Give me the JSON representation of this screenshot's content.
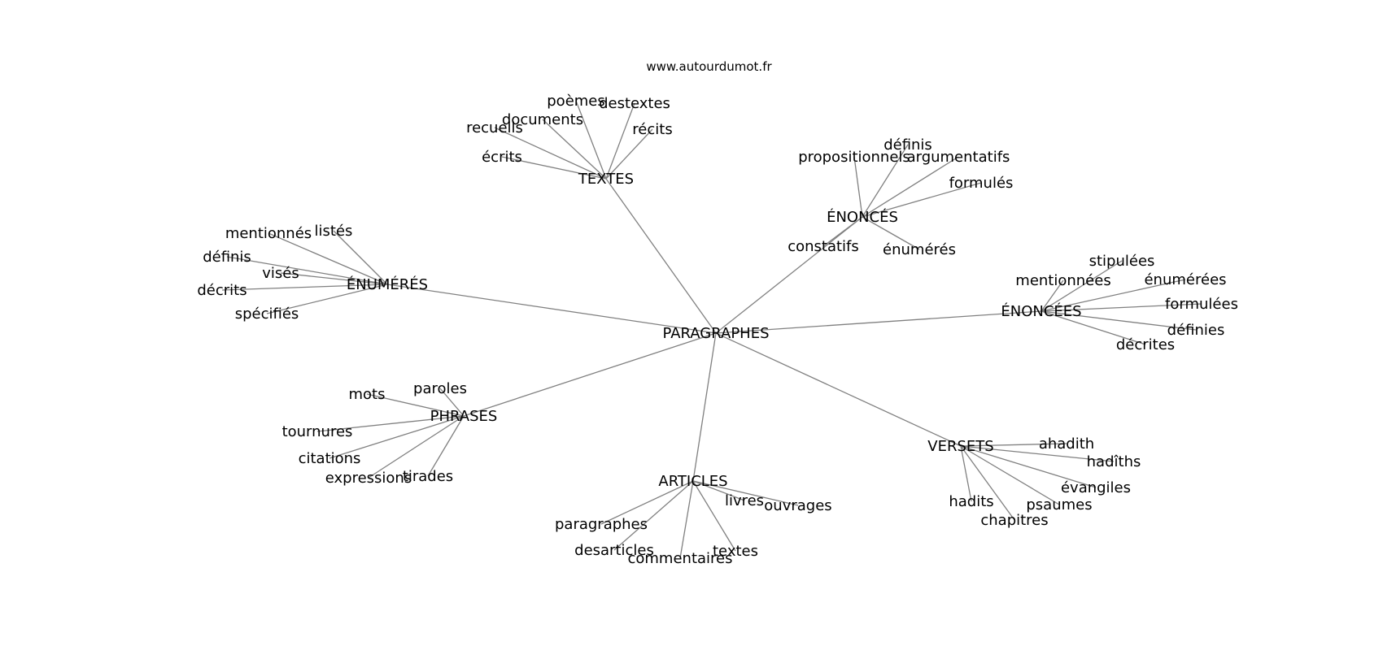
{
  "header": {
    "site": "www.autourdumot.fr"
  },
  "graph": {
    "center": "PARAGRAPHES",
    "groups": [
      {
        "id": "textes",
        "label": "TEXTES",
        "leaves": [
          "poèmes",
          "destextes",
          "documents",
          "recueils",
          "récits",
          "écrits"
        ]
      },
      {
        "id": "enonces",
        "label": "ÉNONCÉS",
        "leaves": [
          "définis",
          "propositionnels",
          "argumentatifs",
          "formulés",
          "constatifs",
          "énumérés"
        ]
      },
      {
        "id": "enumeres",
        "label": "ÉNUMÉRÉS",
        "leaves": [
          "mentionnés",
          "listés",
          "définis",
          "visés",
          "décrits",
          "spécifiés"
        ]
      },
      {
        "id": "enoncees",
        "label": "ÉNONCÉES",
        "leaves": [
          "stipulées",
          "mentionnées",
          "énumérées",
          "formulées",
          "définies",
          "décrites"
        ]
      },
      {
        "id": "phrases",
        "label": "PHRASES",
        "leaves": [
          "paroles",
          "mots",
          "tournures",
          "citations",
          "expressions",
          "tirades"
        ]
      },
      {
        "id": "articles",
        "label": "ARTICLES",
        "leaves": [
          "livres",
          "ouvrages",
          "paragraphes",
          "desarticles",
          "commentaires",
          "textes"
        ]
      },
      {
        "id": "versets",
        "label": "VERSETS",
        "leaves": [
          "ahadith",
          "hadîths",
          "évangiles",
          "psaumes",
          "hadits",
          "chapitres"
        ]
      }
    ]
  }
}
